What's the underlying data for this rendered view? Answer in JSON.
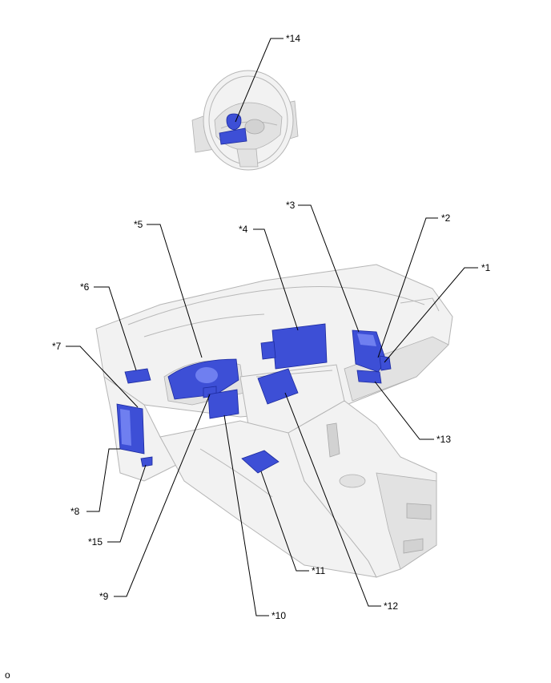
{
  "callouts": [
    {
      "id": "1",
      "label": "*1"
    },
    {
      "id": "2",
      "label": "*2"
    },
    {
      "id": "3",
      "label": "*3"
    },
    {
      "id": "4",
      "label": "*4"
    },
    {
      "id": "5",
      "label": "*5"
    },
    {
      "id": "6",
      "label": "*6"
    },
    {
      "id": "7",
      "label": "*7"
    },
    {
      "id": "8",
      "label": "*8"
    },
    {
      "id": "9",
      "label": "*9"
    },
    {
      "id": "10",
      "label": "*10"
    },
    {
      "id": "11",
      "label": "*11"
    },
    {
      "id": "12",
      "label": "*12"
    },
    {
      "id": "13",
      "label": "*13"
    },
    {
      "id": "14",
      "label": "*14"
    },
    {
      "id": "15",
      "label": "*15"
    }
  ],
  "figure_code": "o",
  "colors": {
    "component_fill": "#3d4fd6",
    "component_stroke": "#1c2a9e",
    "body_fill": "#f2f2f2",
    "body_stroke": "#b5b5b5"
  }
}
